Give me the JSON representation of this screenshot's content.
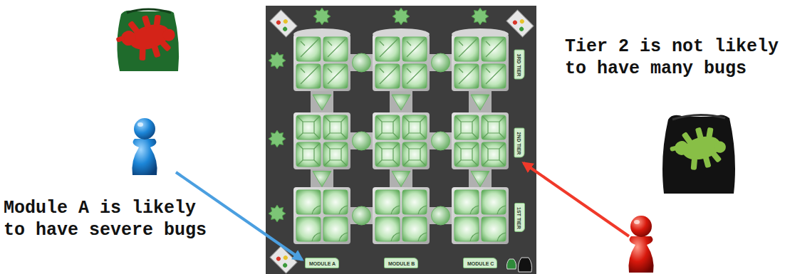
{
  "diagram": {
    "nodes": [
      {
        "text": [
          "3RD TIER"
        ]
      },
      {
        "text": [
          "2ND TIER"
        ]
      },
      {
        "text": [
          "1ST TIER"
        ]
      },
      {
        "text": [
          "MODULE A"
        ]
      },
      {
        "text": [
          "MODULE B"
        ]
      },
      {
        "text": [
          "MODULE C"
        ]
      }
    ],
    "labels": [
      "Tier 2 is not likely to have many bugs",
      "Module A is likely to have severe bugs"
    ]
  }
}
